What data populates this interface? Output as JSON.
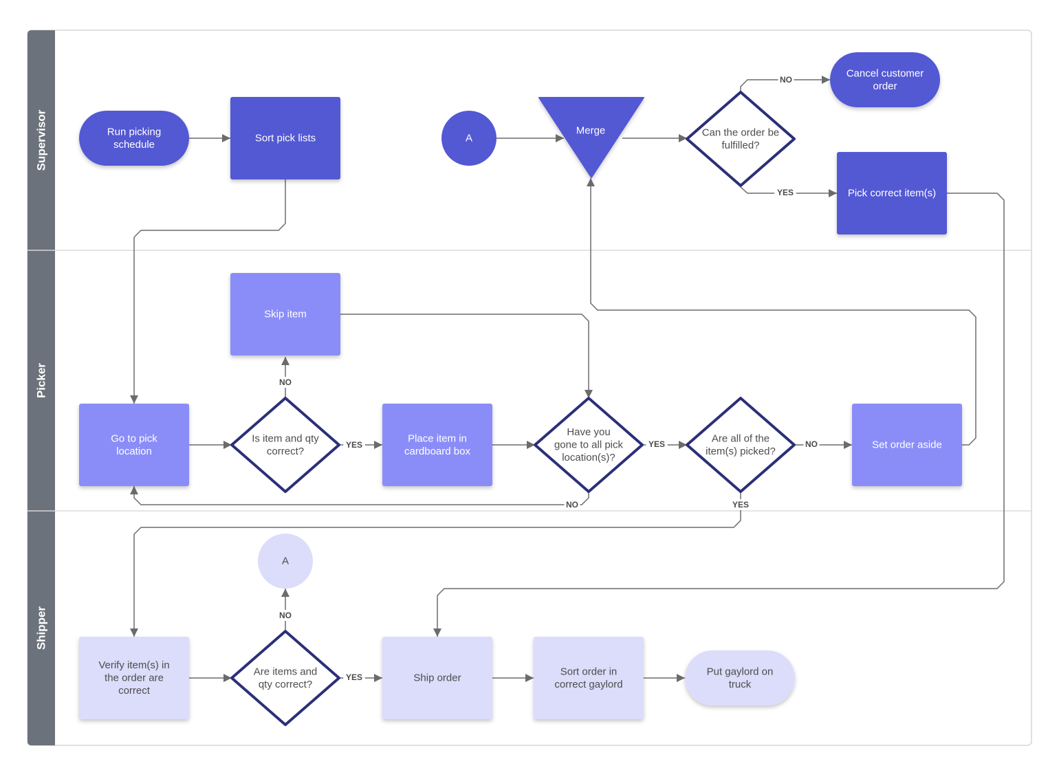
{
  "colors": {
    "lane_header": "#6c727b",
    "border": "#d5d5d5",
    "supervisor_fill": "#5358d3",
    "picker_fill": "#8a8df8",
    "shipper_fill": "#dcdcfb",
    "decision_stroke": "#2c2f78",
    "edge": "#6b6b6b",
    "text_light": "#ffffff",
    "text_dark": "#4d4d4d"
  },
  "lanes": [
    {
      "id": "supervisor",
      "label": "Supervisor"
    },
    {
      "id": "picker",
      "label": "Picker"
    },
    {
      "id": "shipper",
      "label": "Shipper"
    }
  ],
  "nodes": {
    "run_picking": {
      "shape": "terminal",
      "lines": [
        "Run picking",
        "schedule"
      ],
      "lane": "supervisor"
    },
    "sort_pick_lists": {
      "shape": "process",
      "lines": [
        "Sort pick lists"
      ],
      "lane": "supervisor"
    },
    "connector_a_top": {
      "shape": "connector",
      "lines": [
        "A"
      ],
      "lane": "supervisor"
    },
    "merge": {
      "shape": "merge",
      "lines": [
        "Merge"
      ],
      "lane": "supervisor"
    },
    "can_fulfill": {
      "shape": "decision",
      "lines": [
        "Can the order be",
        "fulfilled?"
      ],
      "lane": "supervisor"
    },
    "cancel_order": {
      "shape": "terminal",
      "lines": [
        "Cancel customer",
        "order"
      ],
      "lane": "supervisor"
    },
    "pick_correct": {
      "shape": "process",
      "lines": [
        "Pick correct item(s)"
      ],
      "lane": "supervisor"
    },
    "skip_item": {
      "shape": "process",
      "lines": [
        "Skip item"
      ],
      "lane": "picker"
    },
    "go_to_pick": {
      "shape": "process",
      "lines": [
        "Go to pick",
        "location"
      ],
      "lane": "picker"
    },
    "item_qty_correct": {
      "shape": "decision",
      "lines": [
        "Is item and qty",
        "correct?"
      ],
      "lane": "picker"
    },
    "place_item": {
      "shape": "process",
      "lines": [
        "Place item in",
        "cardboard box"
      ],
      "lane": "picker"
    },
    "all_locations": {
      "shape": "decision",
      "lines": [
        "Have you",
        "gone to all pick",
        "location(s)?"
      ],
      "lane": "picker"
    },
    "all_picked": {
      "shape": "decision",
      "lines": [
        "Are all of the",
        "item(s) picked?"
      ],
      "lane": "picker"
    },
    "set_aside": {
      "shape": "process",
      "lines": [
        "Set order aside"
      ],
      "lane": "picker"
    },
    "connector_a_bottom": {
      "shape": "connector",
      "lines": [
        "A"
      ],
      "lane": "shipper"
    },
    "verify_items": {
      "shape": "process",
      "lines": [
        "Verify item(s) in",
        "the order are",
        "correct"
      ],
      "lane": "shipper"
    },
    "items_qty_correct": {
      "shape": "decision",
      "lines": [
        "Are items and",
        "qty correct?"
      ],
      "lane": "shipper"
    },
    "ship_order": {
      "shape": "process",
      "lines": [
        "Ship order"
      ],
      "lane": "shipper"
    },
    "sort_gaylord": {
      "shape": "process",
      "lines": [
        "Sort order in",
        "correct gaylord"
      ],
      "lane": "shipper"
    },
    "put_truck": {
      "shape": "terminal",
      "lines": [
        "Put gaylord on",
        "truck"
      ],
      "lane": "shipper"
    }
  },
  "edges": [
    {
      "from": "run_picking",
      "to": "sort_pick_lists",
      "label": ""
    },
    {
      "from": "sort_pick_lists",
      "to": "go_to_pick",
      "label": ""
    },
    {
      "from": "connector_a_top",
      "to": "merge",
      "label": ""
    },
    {
      "from": "merge",
      "to": "can_fulfill",
      "label": ""
    },
    {
      "from": "can_fulfill",
      "to": "cancel_order",
      "label": "NO"
    },
    {
      "from": "can_fulfill",
      "to": "pick_correct",
      "label": "YES"
    },
    {
      "from": "pick_correct",
      "to": "ship_order",
      "label": ""
    },
    {
      "from": "go_to_pick",
      "to": "item_qty_correct",
      "label": ""
    },
    {
      "from": "item_qty_correct",
      "to": "skip_item",
      "label": "NO"
    },
    {
      "from": "item_qty_correct",
      "to": "place_item",
      "label": "YES"
    },
    {
      "from": "skip_item",
      "to": "all_locations",
      "label": ""
    },
    {
      "from": "place_item",
      "to": "all_locations",
      "label": ""
    },
    {
      "from": "all_locations",
      "to": "all_picked",
      "label": "YES"
    },
    {
      "from": "all_locations",
      "to": "go_to_pick",
      "label": "NO"
    },
    {
      "from": "all_picked",
      "to": "set_aside",
      "label": "NO"
    },
    {
      "from": "all_picked",
      "to": "verify_items",
      "label": "YES"
    },
    {
      "from": "set_aside",
      "to": "merge",
      "label": ""
    },
    {
      "from": "verify_items",
      "to": "items_qty_correct",
      "label": ""
    },
    {
      "from": "items_qty_correct",
      "to": "connector_a_bottom",
      "label": "NO"
    },
    {
      "from": "items_qty_correct",
      "to": "ship_order",
      "label": "YES"
    },
    {
      "from": "ship_order",
      "to": "sort_gaylord",
      "label": ""
    },
    {
      "from": "sort_gaylord",
      "to": "put_truck",
      "label": ""
    }
  ]
}
